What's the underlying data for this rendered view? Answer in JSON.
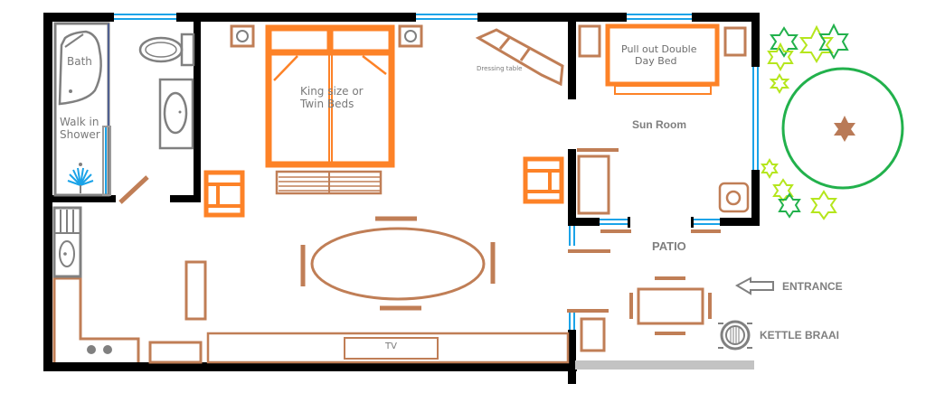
{
  "plan": {
    "rooms": {
      "bathroom": {
        "bath_label": "Bath",
        "shower_label_line1": "Walk in",
        "shower_label_line2": "Shower"
      },
      "bedroom": {
        "bed_label_line1": "King size or",
        "bed_label_line2": "Twin Beds",
        "dressing_table_label": "Dressing table"
      },
      "sun_room": {
        "label": "Sun Room",
        "daybed_label_line1": "Pull out Double",
        "daybed_label_line2": "Day Bed"
      },
      "living": {
        "tv_label": "TV"
      },
      "outdoor": {
        "patio_label": "PATIO",
        "entrance_label": "ENTRANCE",
        "kettle_braai_label": "KETTLE BRAAI"
      }
    },
    "colors": {
      "wall": "#000000",
      "window": "#1aa3e8",
      "furniture": "#c07e56",
      "feature_furniture": "#fd8227",
      "fixture": "#808080",
      "tree": "#22b14c",
      "shrub_light": "#b5e61d"
    }
  }
}
